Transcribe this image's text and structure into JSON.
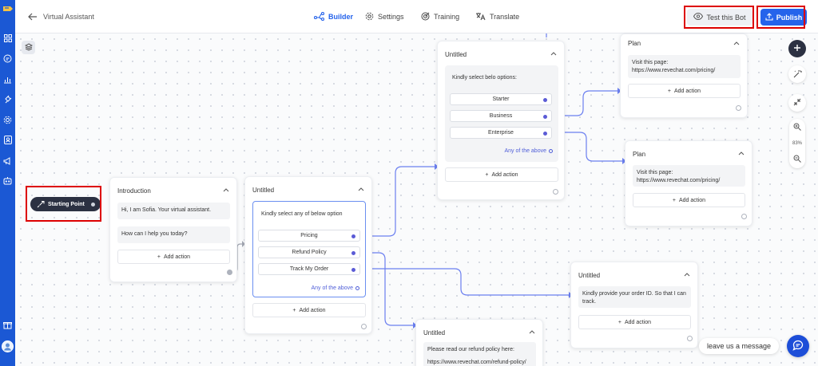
{
  "header": {
    "title": "Virtual Assistant",
    "tabs": [
      {
        "label": "Builder",
        "icon": "flow-icon",
        "active": true
      },
      {
        "label": "Settings",
        "icon": "gear-icon",
        "active": false
      },
      {
        "label": "Training",
        "icon": "target-icon",
        "active": false
      },
      {
        "label": "Translate",
        "icon": "translate-icon",
        "active": false
      }
    ],
    "test_bot_label": "Test this Bot",
    "publish_label": "Publish"
  },
  "colors": {
    "sidebar": "#1b58d4",
    "accent": "#2563eb",
    "connector": "#6b7ff0",
    "option_dot": "#5b5bd6",
    "highlight": "#d00000"
  },
  "canvas": {
    "starting_point": "Starting Point",
    "zoom": "83%",
    "add_action_label": "Add action",
    "nodes": {
      "introduction": {
        "title": "Introduction",
        "messages": [
          "Hi, I am Sofia. Your virtual assistant.",
          "How can I help you today?"
        ]
      },
      "untitled_main": {
        "title": "Untitled",
        "prompt": "Kindly select any of below option",
        "options": [
          "Pricing",
          "Refund Policy",
          "Track My Order"
        ],
        "any_label": "Any of the above"
      },
      "untitled_plans": {
        "title": "Untitled",
        "prompt": "Kindly select belo options:",
        "options": [
          "Starter",
          "Business",
          "Enterprise"
        ],
        "any_label": "Any of the above"
      },
      "plan_top": {
        "title": "Plan",
        "message": "Visit this page: https://www.revechat.com/pricing/"
      },
      "plan_mid": {
        "title": "Plan",
        "message": "Visit this page: https://www.revechat.com/pricing/"
      },
      "untitled_track": {
        "title": "Untitled",
        "message": "Kindly provide your order ID. So that I can track."
      },
      "untitled_refund": {
        "title": "Untitled",
        "message": "Please read our refund policy here:",
        "message_cut": "https://www.revechat.com/refund-policy/"
      }
    }
  },
  "chat_widget": {
    "leave_message": "leave us a message"
  },
  "sidebar": {
    "icons": [
      "logo-icon",
      "grid-icon",
      "chat-icon",
      "chart-icon",
      "plug-icon",
      "gear-icon",
      "contact-icon",
      "megaphone-icon",
      "bot-icon",
      "gift-icon",
      "avatar"
    ]
  }
}
